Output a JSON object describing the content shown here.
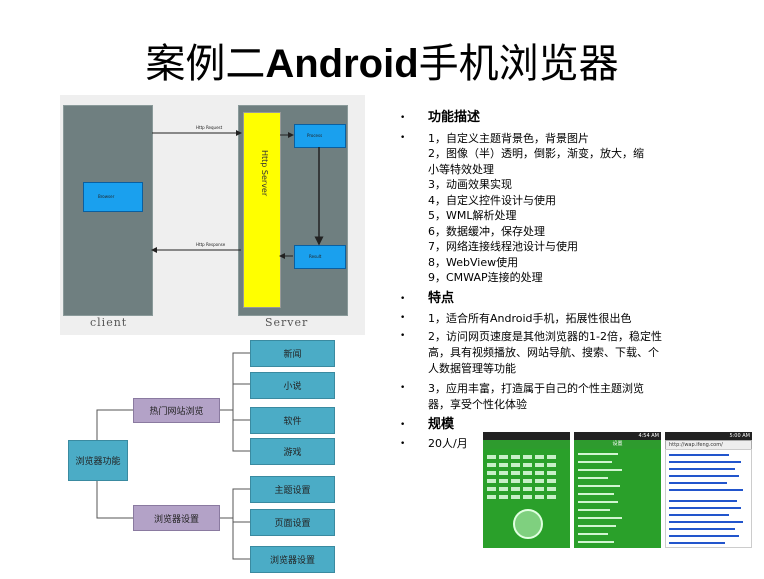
{
  "slide": {
    "title_cn_1": "案例二",
    "title_latin": "Android",
    "title_cn_2": "手机浏览器"
  },
  "cs_diagram": {
    "client_label": "client",
    "server_label": "Server",
    "top_arrow_label": "Http Request",
    "bottom_arrow_label": "Http Response",
    "client_inner_label": "Browser",
    "server_bar_label": "Http Server",
    "server_top_label": "Process",
    "server_bottom_label": "Result"
  },
  "tree": {
    "root": "浏览器功能",
    "branch1": "热门网站浏览",
    "branch2": "浏览器设置",
    "leaves1": [
      "新闻",
      "小说",
      "软件",
      "游戏"
    ],
    "leaves2": [
      "主题设置",
      "页面设置",
      "浏览器设置"
    ]
  },
  "features": {
    "bullet": "•",
    "heading1": "功能描述",
    "items1": [
      "1，自定义主题背景色，背景图片",
      "2，图像（半）透明，倒影，渐变，放大，缩",
      "小等特效处理",
      "3，动画效果实现",
      "4，自定义控件设计与使用",
      "5，WML解析处理",
      "6，数据缓冲，保存处理",
      "7，网络连接线程池设计与使用",
      "8，WebView使用",
      "9，CMWAP连接的处理"
    ],
    "heading2": "特点",
    "items2": [
      "1，适合所有Android手机，拓展性很出色",
      "2，访问网页速度是其他浏览器的1-2倍，稳定性",
      "高，具有视频播放、网站导航、搜索、下载、个",
      "人数据管理等功能",
      "3，应用丰富，打造属于自己的个性主题浏览",
      "器，享受个性化体验"
    ],
    "heading3": "规模",
    "scale": "20人/月"
  },
  "phones": {
    "time1": "4:54 AM",
    "time2": "5:00 AM",
    "settings_title": "设置",
    "url": "http://wap.ifeng.com/"
  }
}
